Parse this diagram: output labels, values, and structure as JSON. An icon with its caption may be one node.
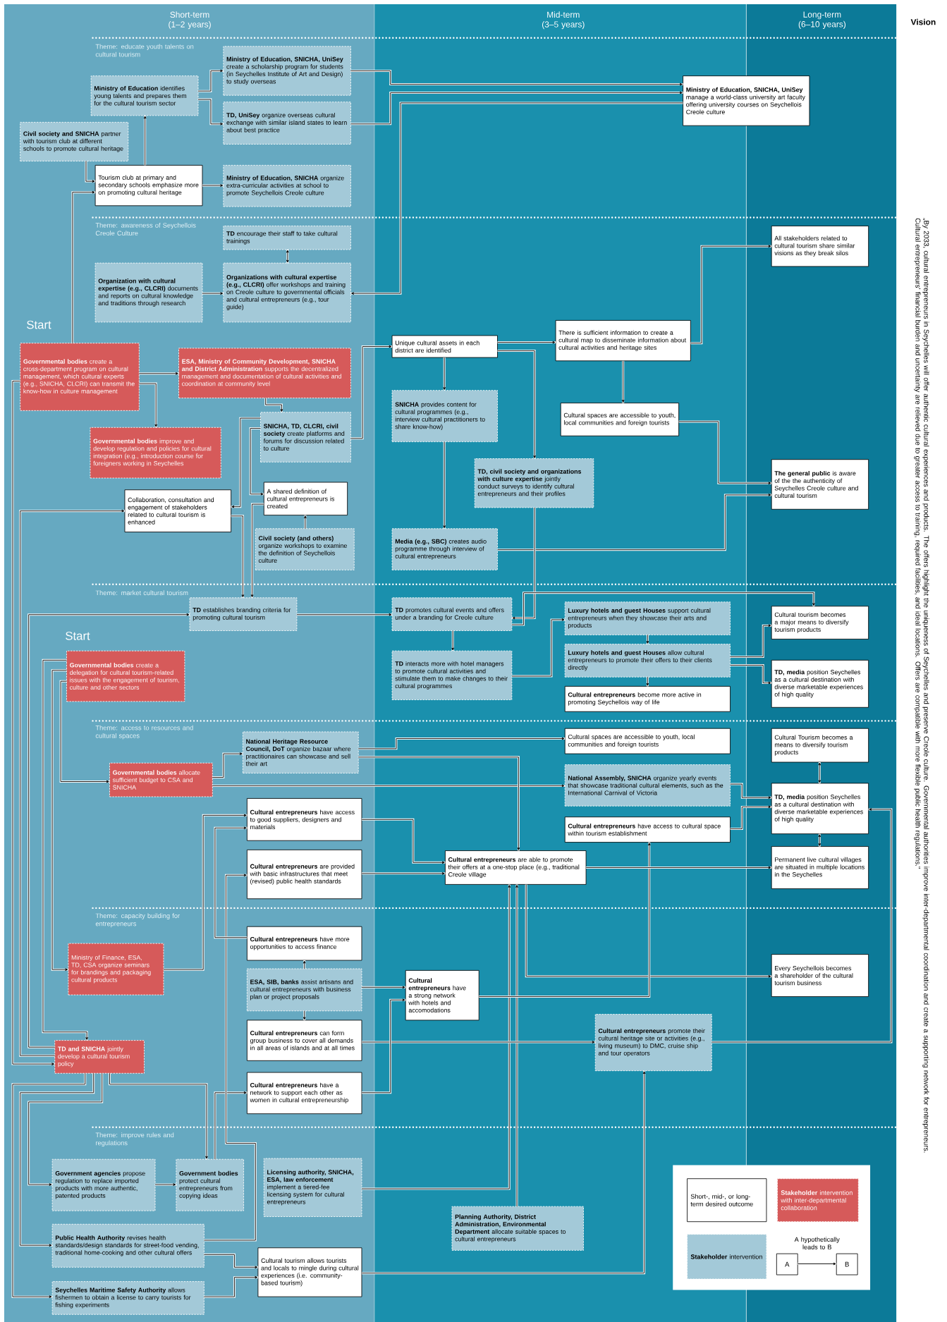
{
  "diagram": {
    "nodes": [
      {
        "text": [
          "**Ministry of Education** identifies young talents and prepares them for the cultural tourism sector"
        ]
      },
      {
        "text": [
          "**Ministry of Education, SNICHA, UniSey** create a scholarship program for students (in Seychelles Institute of Art and Design) to study overseas"
        ]
      },
      {
        "text": [
          "**TD, UniSey** organize overseas cultural exchange with similar island states to learn about best practice"
        ]
      },
      {
        "text": [
          "**Civil society and SNICHA** partner with tourism club at different schools to promote cultural heritage"
        ]
      },
      {
        "text": [
          "Tourism club at primary and secondary schools emphasize more on promoting cultural heritage"
        ]
      },
      {
        "text": [
          "**Ministry of Education, SNICHA** organize extra-curricular activities at school to promote Seychellois Creole culture"
        ]
      },
      {
        "text": [
          "**Ministry of Education, SNICHA, UniSey** manage a world-class university art faculty offering university courses on Seychellois Creole culture"
        ]
      },
      {
        "text": [
          "**TD** encourage their staff to take cultural trainings"
        ]
      },
      {
        "text": [
          "**Organization with cultural expertise (e.g., CLCRI)** documents and reports on cultural knowledge and traditions through research"
        ]
      },
      {
        "text": [
          "**Organizations with cultural expertise (e.g., CLCRI)** offer workshops and training on Creole culture to governmental officials and cultural entrepreneurs (e.g., tour guide)"
        ]
      },
      {
        "text": [
          "All stakeholders related to cultural tourism share similar visions as they break silos"
        ]
      },
      {
        "text": [
          "**Governmental bodies** create a cross-department program on cultural management, which cultural experts (e.g., SNICHA, CLCRI) can transmit the know-how in culture management"
        ]
      },
      {
        "text": [
          "**ESA, Ministry of Community Development, SNICHA and District Administration** supports the decentralized management and documentation of cultural activities and coordination at community level"
        ]
      },
      {
        "text": [
          "Unique cultural assets in each district are identified"
        ]
      },
      {
        "text": [
          "There is sufficient information to create a cultural map to disseminate information about cultural activities and heritage sites"
        ]
      },
      {
        "text": [
          "**SNICHA** provides content for cultural programmes (e.g., interview cultural practitioners to share know-how)"
        ]
      },
      {
        "text": [
          "**Governmental bodies** improve and develop regulation and policies for cultural integration (e.g., introduction course for foreigners working in Seychelles"
        ]
      },
      {
        "text": [
          "**SNICHA, TD, CLCRI, civil society** create platforms and forums for discussion related to culture"
        ]
      },
      {
        "text": [
          "Cultural spaces are accessible to youth, local communities and foreign tourists"
        ]
      },
      {
        "text": [
          "**TD, civil society and organizations with culture expertise** jointly conduct surveys to identify cultural entrepreneurs and their profiles"
        ]
      },
      {
        "text": [
          "**The general public** is aware of the the authenticity of Seychelles Creole culture and cultural tourism"
        ]
      },
      {
        "text": [
          "Collaboration, consultation and engagement of stakeholders related to cultural tourism is enhanced"
        ]
      },
      {
        "text": [
          "A shared definition of cultural entrepreneurs is created"
        ]
      },
      {
        "text": [
          "**Civil society (and others)** organize workshops to examine the definition of Seychellois culture"
        ]
      },
      {
        "text": [
          "**Media (e.g., SBC)** creates audio programme through interview of cultural entrepreneurs"
        ]
      },
      {
        "text": [
          "**TD** establishes branding criteria for promoting cultural tourism"
        ]
      },
      {
        "text": [
          "**TD** promotes cultural events and offers under a branding for Creole culture"
        ]
      },
      {
        "text": [
          "**Luxury hotels and guest Houses** support cultural entrepreneurs when they showcase their arts and products"
        ]
      },
      {
        "text": [
          "Cultural tourism becomes a major means to diversify tourism products"
        ]
      },
      {
        "text": [
          "**Governmental bodies** create a delegation for cultural tourism-related issues with the engagement of tourism, culture and other sectors"
        ]
      },
      {
        "text": [
          "**TD** interacts more with hotel managers to promote cultural activities and stimulate them to make changes to their cultural programmes"
        ]
      },
      {
        "text": [
          "**Luxury hotels and guest Houses** allow cultural entrepreneurs to promote their offers to their clients directly"
        ]
      },
      {
        "text": [
          "**TD, media** position Seychelles as a cultural destination with diverse marketable experiences of high quality"
        ]
      },
      {
        "text": [
          "**Cultural entrepreneurs** become more active in promoting Seychellois way of life"
        ]
      },
      {
        "text": [
          "**National Heritage Resource Council, DoT** organize bazaar where practitionaires can showcase and sell their art"
        ]
      },
      {
        "text": [
          "Cultural spaces are accessible to youth, local communities and foreign tourists"
        ]
      },
      {
        "text": [
          "Cultural Tourism becomes a means to diversify tourism products"
        ]
      },
      {
        "text": [
          "**Governmental bodies** allocate sufficient budget to CSA and SNICHA"
        ]
      },
      {
        "text": [
          "**National Assembly, SNICHA** organize yearly events that showcase traditional cultural elements, such as the International Carnival of Victoria"
        ]
      },
      {
        "text": [
          "**TD, media** position Seychelles as a cultural destination with diverse marketable experiences of high quality"
        ]
      },
      {
        "text": [
          "**Cultural entrepreneurs** have access to good suppliers, designers and materials"
        ]
      },
      {
        "text": [
          "**Cultural entrepreneurs** have access to cultural space within tourism establishment"
        ]
      },
      {
        "text": [
          "**Cultural entrepreneurs** are able to promote their offers at a one-stop place (e.g., traditional Creole village"
        ]
      },
      {
        "text": [
          "Permanent live cultural villages are situated in multiple locations in the Seychelles"
        ]
      },
      {
        "text": [
          "**Cultural entrepreneurs** are provided with basic infrastructures that meet (revised) public health standards"
        ]
      },
      {
        "text": [
          "Ministry of Finance, ESA, TD, CSA organize seminars for brandings and packaging cultural products"
        ]
      },
      {
        "text": [
          "**Cultural entrepreneurs** have more opportunities to access finance"
        ]
      },
      {
        "text": [
          "**ESA, SIB, banks** assist artisans and cultural entrepreneurs with business plan or project proposals"
        ]
      },
      {
        "text": [
          "**Cultural entrepreneurs** have a strong network with hotels and accomodations"
        ]
      },
      {
        "text": [
          "Every Seychellois becomes a shareholder of the cultural tourism business"
        ]
      },
      {
        "text": [
          "**TD and SNICHA** jointly develop a cultural tourism policy"
        ]
      },
      {
        "text": [
          "**Cultural entrepreneurs** can form group business to cover all demands in all areas of islands and at all times"
        ]
      },
      {
        "text": [
          "**Cultural entrepreneurs** promote their cultural heritage site or activities (e.g., living museum) to DMC, cruise ship and tour operators"
        ]
      },
      {
        "text": [
          "**Cultural entrepreneurs** have a network to support each other as women in cultural entrepreneurship"
        ]
      },
      {
        "text": [
          "**Government agencies** propose regulation to replace imported products with more authentic, patented products"
        ]
      },
      {
        "text": [
          "**Government bodies** protect cultural entrepreneurs from copying ideas"
        ]
      },
      {
        "text": [
          "**Licensing authority, SNICHA, ESA, law enforcement** implement a tiered-fee licensing system for cultural entrepreneurs"
        ]
      },
      {
        "text": [
          "**Planning Authority, District Administration, Environmental Department** allocate suitable spaces to cultural entrepreneurs"
        ]
      },
      {
        "text": [
          "**Public Health Authority** revises health standards/design standards for street-food vending, traditional home-cooking and other cultural offers"
        ]
      },
      {
        "text": [
          "Cultural tourism allows tourists and locals to mingle during cultural experiences (i.e. community-based tourism)"
        ]
      },
      {
        "text": [
          "**Seychelles Maritime Safety Authority** allows fishermen to obtain a license to carry tourists for fishing experiments"
        ]
      },
      {
        "text": [
          "A"
        ]
      },
      {
        "text": [
          "B"
        ]
      }
    ],
    "edges": [
      {
        "from": 4,
        "to": 0,
        "arrow": "to"
      },
      {
        "from": 0,
        "to": 1,
        "arrow": "to"
      },
      {
        "from": 0,
        "to": 2,
        "arrow": "to"
      },
      {
        "from": 3,
        "to": 4,
        "arrow": "to"
      },
      {
        "from": 11,
        "to": 4,
        "arrow": "to"
      },
      {
        "from": 4,
        "to": 5,
        "arrow": "to"
      },
      {
        "from": 1,
        "to": 6,
        "arrow": "to"
      },
      {
        "from": 2,
        "to": 6,
        "arrow": "to"
      },
      {
        "from": 6,
        "to": 9,
        "arrow": "to"
      },
      {
        "from": 7,
        "to": 9,
        "arrow": "both"
      },
      {
        "from": 8,
        "to": 9,
        "arrow": "to"
      },
      {
        "from": 11,
        "to": 12,
        "arrow": "to"
      },
      {
        "from": 11,
        "to": 16,
        "arrow": "to"
      },
      {
        "from": 11,
        "to": 50,
        "arrow": "to"
      },
      {
        "from": 12,
        "to": 17,
        "arrow": "to"
      },
      {
        "from": 17,
        "to": 13,
        "arrow": "to"
      },
      {
        "from": 17,
        "to": 21,
        "arrow": "to"
      },
      {
        "from": 17,
        "to": 22,
        "arrow": "to"
      },
      {
        "from": 23,
        "to": 22,
        "arrow": "to"
      },
      {
        "from": 21,
        "to": 25,
        "arrow": "to"
      },
      {
        "from": 22,
        "to": 25,
        "arrow": "to"
      },
      {
        "from": 13,
        "to": 14,
        "arrow": "to"
      },
      {
        "from": 13,
        "to": 15,
        "arrow": "to"
      },
      {
        "from": 13,
        "to": 19,
        "arrow": "to"
      },
      {
        "from": 15,
        "to": 24,
        "arrow": "to"
      },
      {
        "from": 14,
        "to": 10,
        "arrow": "to"
      },
      {
        "from": 14,
        "to": 18,
        "arrow": "to"
      },
      {
        "from": 18,
        "to": 20,
        "arrow": "to"
      },
      {
        "from": 24,
        "to": 20,
        "arrow": "to"
      },
      {
        "from": 19,
        "to": 26,
        "arrow": "to"
      },
      {
        "from": 25,
        "to": 26,
        "arrow": "to"
      },
      {
        "from": 26,
        "to": 30,
        "arrow": "to"
      },
      {
        "from": 26,
        "to": 28,
        "arrow": "to"
      },
      {
        "from": 30,
        "to": 27,
        "arrow": "to"
      },
      {
        "from": 27,
        "to": 31,
        "arrow": "to"
      },
      {
        "from": 31,
        "to": 33,
        "arrow": "to"
      },
      {
        "from": 31,
        "to": 28,
        "arrow": "to"
      },
      {
        "from": 31,
        "to": 32,
        "arrow": "to"
      },
      {
        "from": 29,
        "to": 50,
        "arrow": "to"
      },
      {
        "from": 29,
        "to": 45,
        "arrow": "to"
      },
      {
        "from": 29,
        "to": 37,
        "arrow": "to"
      },
      {
        "from": 50,
        "to": 21,
        "arrow": "to"
      },
      {
        "from": 50,
        "to": 25,
        "arrow": "to"
      },
      {
        "from": 50,
        "to": 60,
        "arrow": "to"
      },
      {
        "from": 50,
        "to": 58,
        "arrow": "to"
      },
      {
        "from": 50,
        "to": 54,
        "arrow": "to"
      },
      {
        "from": 50,
        "to": 55,
        "arrow": "to"
      },
      {
        "from": 54,
        "to": 55,
        "arrow": "to"
      },
      {
        "from": 55,
        "to": 53,
        "arrow": "to"
      },
      {
        "from": 58,
        "to": 44,
        "arrow": "to"
      },
      {
        "from": 58,
        "to": 59,
        "arrow": "to"
      },
      {
        "from": 60,
        "to": 59,
        "arrow": "to"
      },
      {
        "from": 59,
        "to": 52,
        "arrow": "to"
      },
      {
        "from": 56,
        "to": 42,
        "arrow": "to"
      },
      {
        "from": 57,
        "to": 42,
        "arrow": "to"
      },
      {
        "from": 42,
        "to": 49,
        "arrow": "to"
      },
      {
        "from": 48,
        "to": 41,
        "arrow": "to"
      },
      {
        "from": 51,
        "to": 52,
        "arrow": "to"
      },
      {
        "from": 52,
        "to": 39,
        "arrow": "to"
      },
      {
        "from": 47,
        "to": 46,
        "arrow": "to"
      },
      {
        "from": 47,
        "to": 51,
        "arrow": "to"
      },
      {
        "from": 47,
        "to": 48,
        "arrow": "to"
      },
      {
        "from": 53,
        "to": 48,
        "arrow": "to"
      },
      {
        "from": 45,
        "to": 40,
        "arrow": "to"
      },
      {
        "from": 46,
        "to": 40,
        "arrow": "to"
      },
      {
        "from": 37,
        "to": 34,
        "arrow": "to"
      },
      {
        "from": 37,
        "to": 38,
        "arrow": "to"
      },
      {
        "from": 34,
        "to": 35,
        "arrow": "to"
      },
      {
        "from": 34,
        "to": 42,
        "arrow": "to"
      },
      {
        "from": 40,
        "to": 42,
        "arrow": "to"
      },
      {
        "from": 44,
        "to": 42,
        "arrow": "to"
      },
      {
        "from": 42,
        "to": 43,
        "arrow": "to"
      },
      {
        "from": 38,
        "to": 39,
        "arrow": "to"
      },
      {
        "from": 41,
        "to": 39,
        "arrow": "to"
      },
      {
        "from": 36,
        "to": 39,
        "arrow": "both"
      },
      {
        "from": 39,
        "to": 43,
        "arrow": "both"
      },
      {
        "from": 61,
        "to": 62,
        "arrow": "to"
      }
    ],
    "labels": [
      "Short-term (1–2 years)",
      "Mid-term (3–5 years)",
      "Long-term (6–10 years)",
      "Vision",
      "„By 2033, cultural entrepreneurs in Seychelles will offer authentic cultural experiences and products. The offers highlight the uniqueness of Seychelles and preserve Creole culture. Governmental authorities improve inter-departmental coordination and create a supporting network for entrepreneurs. Cultural entrepreneurs’ financial burden and uncertainty are relieved due to greater access to training, required facilities, and ideal locations. Offers are compatible with more flexible public health regulations.“",
      "Theme: educate youth talents on cultural tourism",
      "Theme: awareness of Seychellois Creole Culture",
      "Start",
      "Theme: market cultural tourism",
      "Start",
      "Theme: access to resources and cultural spaces",
      "Theme: capacity building for entrepreneurs",
      "Theme: improve rules and regulations"
    ],
    "legend": [
      {
        "text": "Short-, mid-, or long-term desired outcome"
      },
      {
        "text": "**Stakeholder** intervention with inter-departmental collaboration",
        "color": "#d65a5a"
      },
      {
        "text": "**Stakeholder** intervention",
        "color": "#a3c9d8"
      },
      {
        "text": "A hypothetically leads to B"
      }
    ]
  }
}
